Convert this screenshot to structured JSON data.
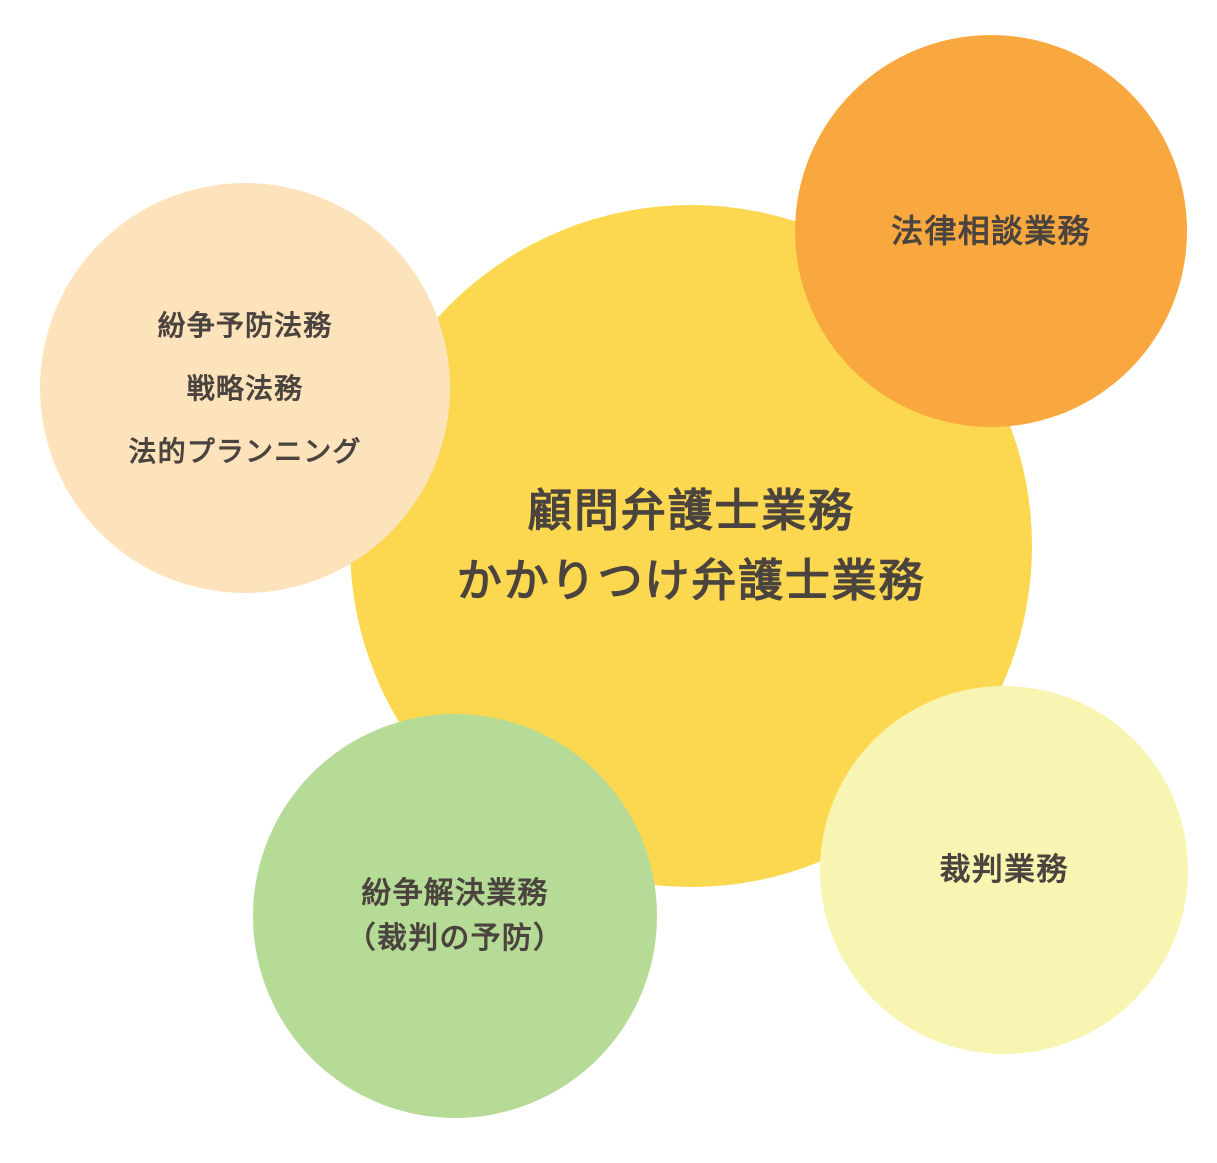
{
  "diagram": {
    "background_color": "#ffffff",
    "text_color": "#4b443e",
    "center_circle": {
      "color": "#fbd850",
      "lines": [
        "顧問弁護士業務",
        "かかりつけ弁護士業務"
      ]
    },
    "satellites": [
      {
        "id": "legal-consultation",
        "color": "#f9a840",
        "lines": [
          "法律相談業務"
        ]
      },
      {
        "id": "dispute-prevention",
        "color": "#fce3bc",
        "lines": [
          "紛争予防法務",
          "戦略法務",
          "法的プランニング"
        ]
      },
      {
        "id": "dispute-resolution",
        "color": "#b6db96",
        "lines": [
          "紛争解決業務",
          "（裁判の予防）"
        ]
      },
      {
        "id": "trial-services",
        "color": "#f8f5b2",
        "lines": [
          "裁判業務"
        ]
      }
    ]
  }
}
